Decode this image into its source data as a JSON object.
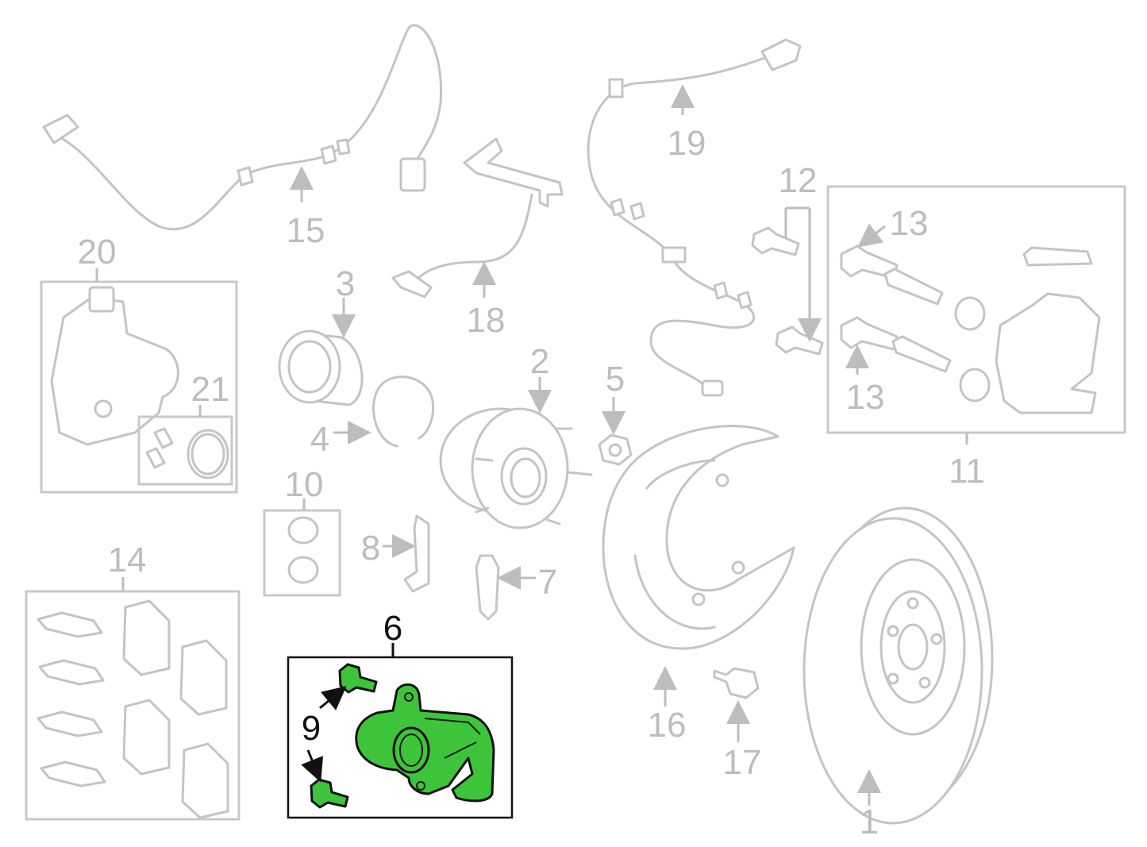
{
  "diagram": {
    "highlight_color": "#3ec43a",
    "highlighted_part": "6",
    "labels": {
      "p1": "1",
      "p2": "2",
      "p3": "3",
      "p4": "4",
      "p5": "5",
      "p6": "6",
      "p7": "7",
      "p8": "8",
      "p9": "9",
      "p10": "10",
      "p11": "11",
      "p12": "12",
      "p13a": "13",
      "p13b": "13",
      "p14": "14",
      "p15": "15",
      "p16": "16",
      "p17": "17",
      "p18": "18",
      "p19": "19",
      "p20": "20",
      "p21": "21"
    }
  }
}
